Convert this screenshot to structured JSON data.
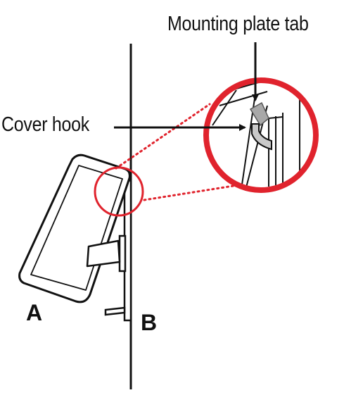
{
  "labels": {
    "mounting_plate_tab": "Mounting plate tab",
    "cover_hook": "Cover hook",
    "part_a": "A",
    "part_b": "B"
  },
  "colors": {
    "highlight": "#e0232d",
    "ink": "#111111",
    "tab_fill": "#a8a8a8",
    "hook_fill": "#c9c9c9"
  }
}
